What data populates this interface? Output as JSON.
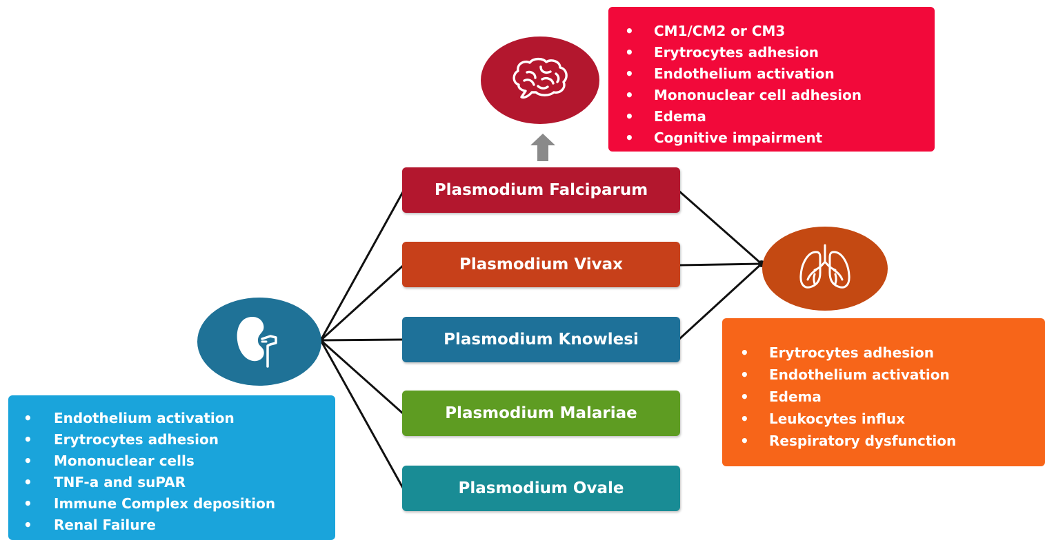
{
  "colors": {
    "falciparum": "#b3172e",
    "vivax": "#c7401a",
    "knowlesi": "#1e7199",
    "malariae": "#5e9c22",
    "ovale": "#198c95",
    "brain_circle": "#b3172e",
    "brain_box": "#f2093a",
    "lung_circle": "#c44912",
    "lung_box": "#f76519",
    "kidney_circle": "#1f7297",
    "kidney_box": "#1aa4db",
    "arrow": "#8a8a8a",
    "connector": "#111111"
  },
  "species": [
    {
      "label": "Plasmodium Falciparum"
    },
    {
      "label": "Plasmodium Vivax"
    },
    {
      "label": "Plasmodium Knowlesi"
    },
    {
      "label": "Plasmodium Malariae"
    },
    {
      "label": "Plasmodium Ovale"
    }
  ],
  "organs": {
    "brain": {
      "icon": "brain-icon",
      "items": [
        "CM1/CM2 or CM3",
        "Erytrocytes adhesion",
        "Endothelium activation",
        "Mononuclear cell adhesion",
        "Edema",
        "Cognitive impairment"
      ]
    },
    "lung": {
      "icon": "lungs-icon",
      "items": [
        "Erytrocytes adhesion",
        "Endothelium activation",
        "Edema",
        "Leukocytes influx",
        "Respiratory dysfunction"
      ]
    },
    "kidney": {
      "icon": "kidney-icon",
      "items": [
        "Endothelium activation",
        "Erytrocytes adhesion",
        "Mononuclear cells",
        "TNF-a and suPAR",
        "Immune Complex deposition",
        "Renal Failure"
      ]
    }
  }
}
